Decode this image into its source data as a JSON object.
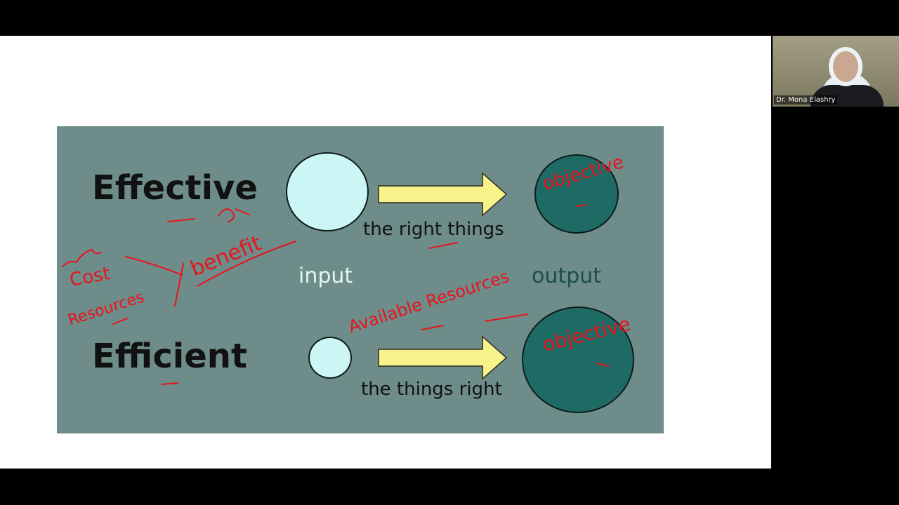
{
  "slide": {
    "effective_word": "Effective",
    "efficient_word": "Efficient",
    "right_things_caption": "the right things",
    "things_right_caption": "the things right",
    "input_label": "input",
    "output_label": "output"
  },
  "annotations": {
    "cost": "Cost",
    "resources": "Resources",
    "benefit": "benefit",
    "available_resources": "Available Resources",
    "objective_top": "objective",
    "objective_bottom": "objective"
  },
  "webcam": {
    "participant_name": "Dr. Mona Elashry"
  },
  "colors": {
    "slide_background": "#6e8c89",
    "input_circle": "#ccf5f5",
    "output_circle": "#1e6b66",
    "arrow_fill": "#f7f28a",
    "ink": "#e8141c"
  }
}
